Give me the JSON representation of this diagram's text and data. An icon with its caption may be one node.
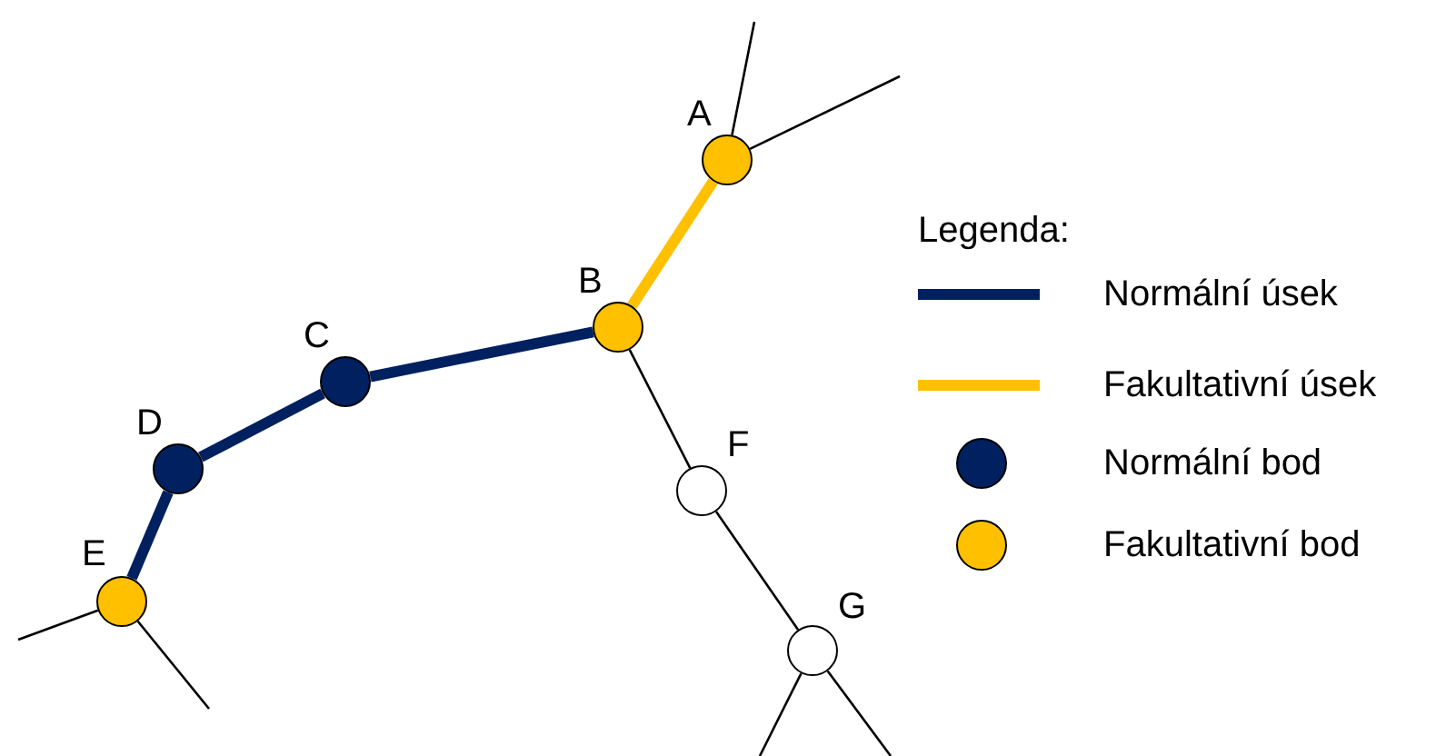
{
  "diagram": {
    "nodes": [
      {
        "text": [
          "A"
        ]
      },
      {
        "text": [
          "B"
        ]
      },
      {
        "text": [
          "C"
        ]
      },
      {
        "text": [
          "D"
        ]
      },
      {
        "text": [
          "E"
        ]
      },
      {
        "text": [
          "F"
        ]
      },
      {
        "text": [
          "G"
        ]
      }
    ],
    "edges": [
      {
        "from": 0,
        "to": 1,
        "arrow": "none",
        "style": "thick",
        "color": "#ffc000"
      },
      {
        "from": 1,
        "to": 2,
        "arrow": "none",
        "style": "thick",
        "color": "#002060"
      },
      {
        "from": 2,
        "to": 3,
        "arrow": "none",
        "style": "thick",
        "color": "#002060"
      },
      {
        "from": 3,
        "to": 4,
        "arrow": "none",
        "style": "thick",
        "color": "#002060"
      },
      {
        "from": 1,
        "to": 5,
        "arrow": "none"
      },
      {
        "from": 5,
        "to": 6,
        "arrow": "none"
      },
      {
        "from": 0,
        "to": null,
        "arrow": "none"
      },
      {
        "from": 0,
        "to": null,
        "arrow": "none"
      },
      {
        "from": 4,
        "to": null,
        "arrow": "none"
      },
      {
        "from": 4,
        "to": null,
        "arrow": "none"
      },
      {
        "from": 6,
        "to": null,
        "arrow": "none"
      },
      {
        "from": 6,
        "to": null,
        "arrow": "none"
      }
    ],
    "labels": [
      "Legenda:"
    ],
    "legend": [
      {
        "text": "Normální úsek",
        "color": "#002060"
      },
      {
        "text": "Fakultativní úsek",
        "color": "#ffc000"
      },
      {
        "text": "Normální bod",
        "color": "#002060"
      },
      {
        "text": "Fakultativní bod",
        "color": "#ffc000"
      }
    ]
  }
}
